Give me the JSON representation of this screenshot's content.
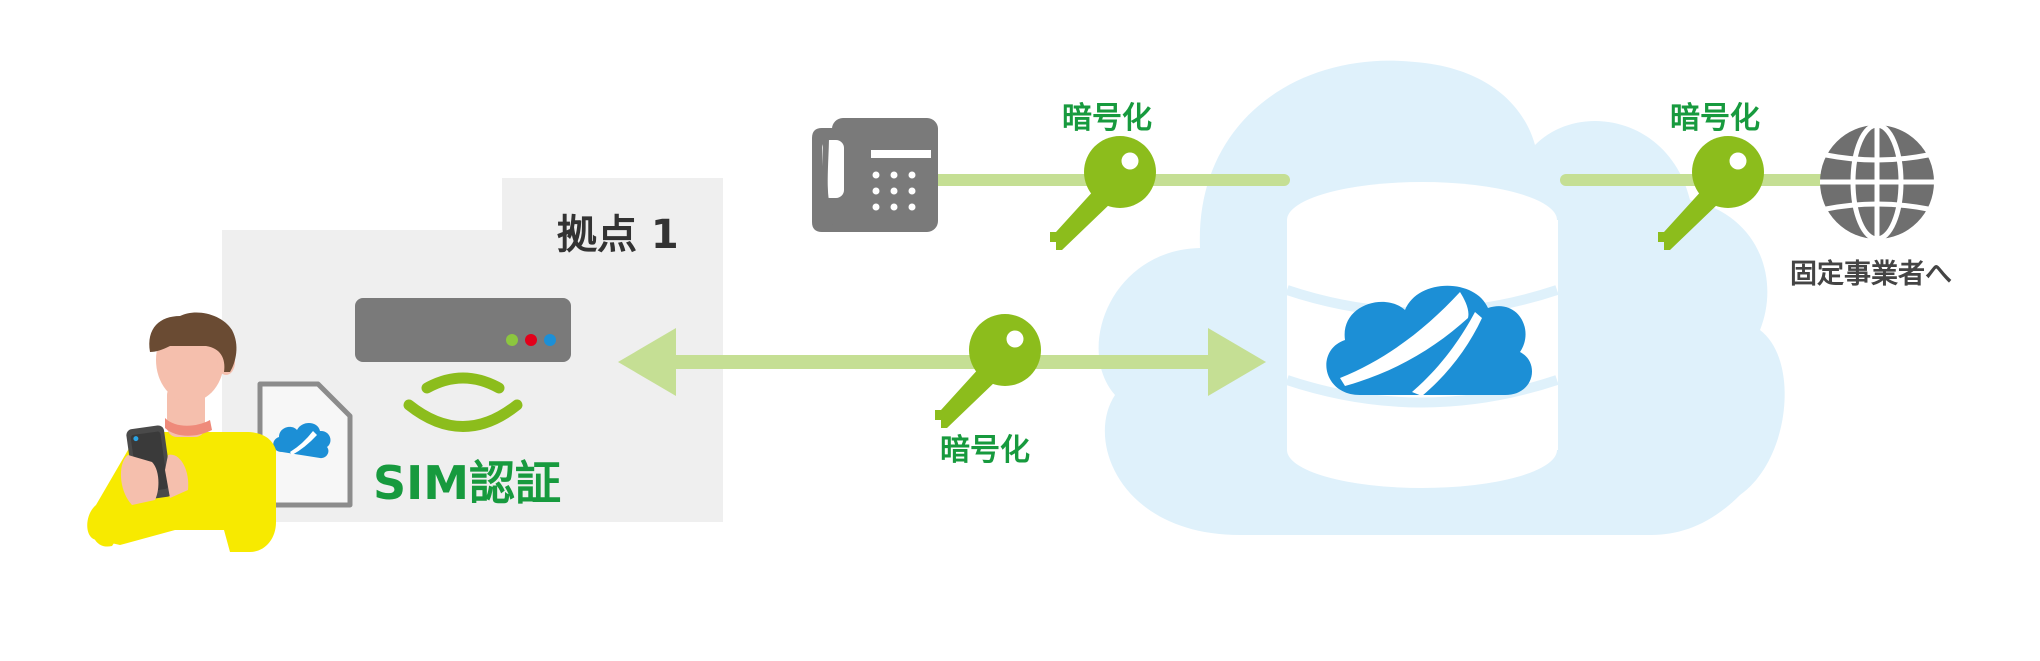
{
  "labels": {
    "site": "拠点 1",
    "sim_auth": "SIM認証",
    "encrypt_phone": "暗号化",
    "encrypt_tunnel": "暗号化",
    "encrypt_global": "暗号化",
    "to_carrier": "固定事業者へ"
  },
  "colors": {
    "key_green": "#8cbd1c",
    "line_green": "#c5df94",
    "label_green": "#179a3e",
    "cloud_bg": "#dff1fb",
    "cloud_logo": "#1c8fd6",
    "device_gray": "#7a7a7a",
    "panel_gray": "#efefef",
    "shirt_yellow": "#f7ea00",
    "led_colors": [
      "#8cc63f",
      "#e2001a",
      "#1c8fd6"
    ]
  },
  "icons": [
    "person-icon",
    "smartphone-icon",
    "sim-card-icon",
    "router-icon",
    "wireless-signal-icon",
    "phone-icon",
    "key-icon",
    "database-icon",
    "cloud-logo-icon",
    "globe-icon"
  ]
}
